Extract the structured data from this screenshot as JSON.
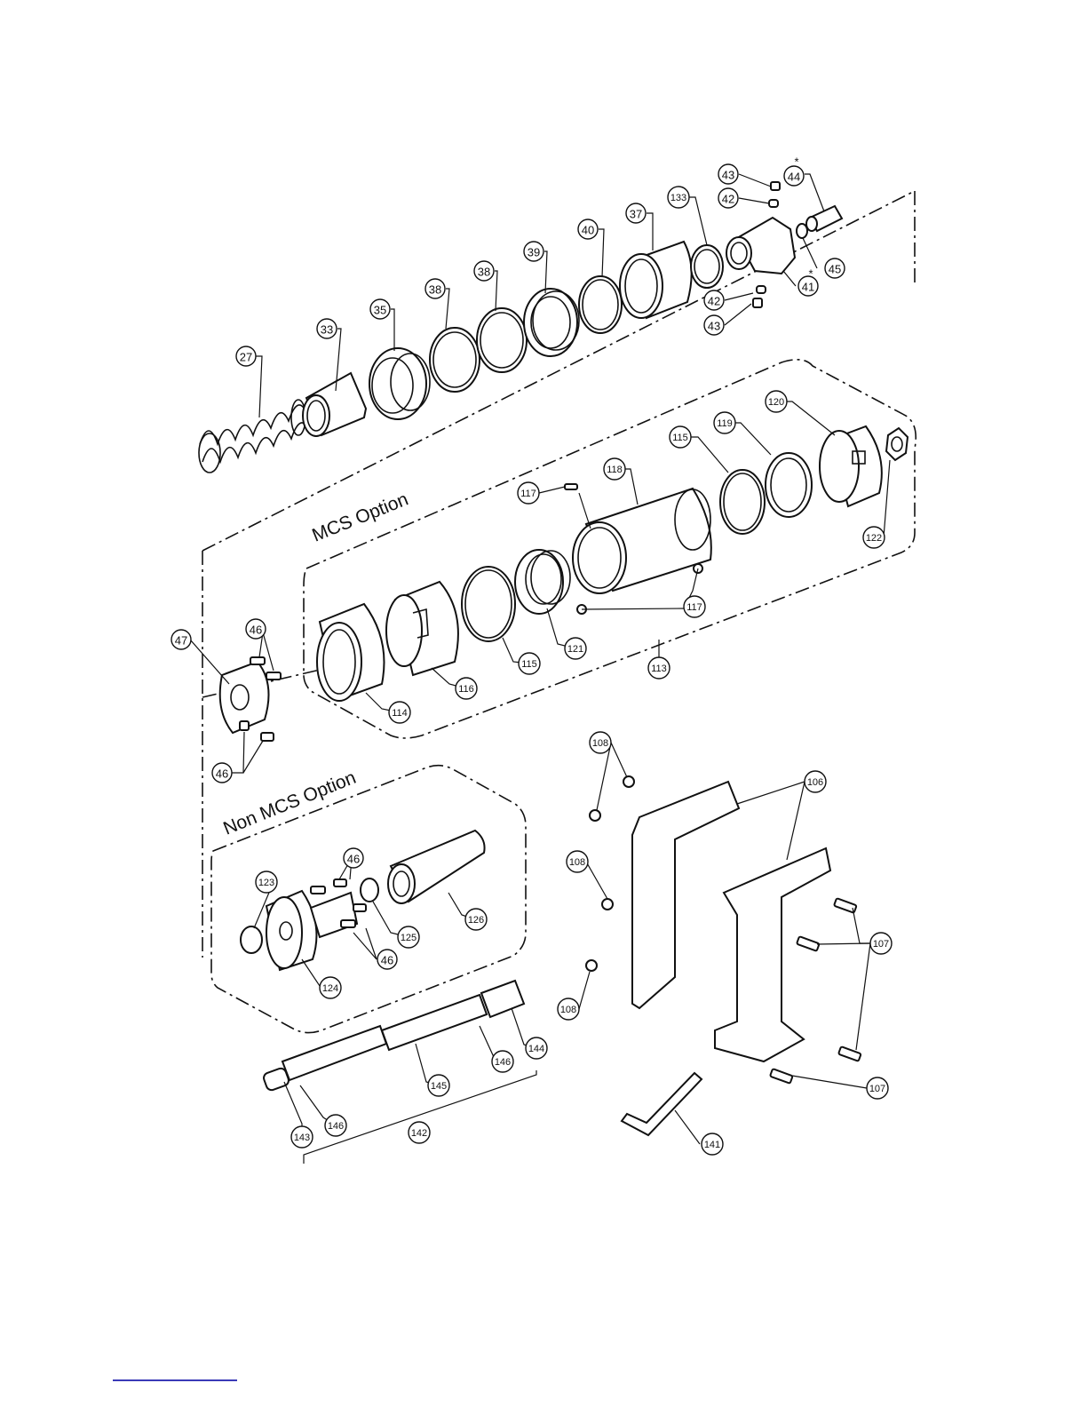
{
  "callouts": [
    {
      "id": "c27",
      "text": "27"
    },
    {
      "id": "c33",
      "text": "33"
    },
    {
      "id": "c35",
      "text": "35"
    },
    {
      "id": "c38a",
      "text": "38"
    },
    {
      "id": "c38b",
      "text": "38"
    },
    {
      "id": "c39",
      "text": "39"
    },
    {
      "id": "c40",
      "text": "40"
    },
    {
      "id": "c37",
      "text": "37"
    },
    {
      "id": "c133",
      "text": "133"
    },
    {
      "id": "c43a",
      "text": "43"
    },
    {
      "id": "c42a",
      "text": "42"
    },
    {
      "id": "c44",
      "text": "44"
    },
    {
      "id": "c45",
      "text": "45"
    },
    {
      "id": "c41",
      "text": "41"
    },
    {
      "id": "c42b",
      "text": "42"
    },
    {
      "id": "c43b",
      "text": "43"
    },
    {
      "id": "c120",
      "text": "120"
    },
    {
      "id": "c119",
      "text": "119"
    },
    {
      "id": "c115a",
      "text": "115"
    },
    {
      "id": "c118",
      "text": "118"
    },
    {
      "id": "c117a",
      "text": "117"
    },
    {
      "id": "c122",
      "text": "122"
    },
    {
      "id": "c117b",
      "text": "117"
    },
    {
      "id": "c121",
      "text": "121"
    },
    {
      "id": "c115b",
      "text": "115"
    },
    {
      "id": "c116",
      "text": "116"
    },
    {
      "id": "c114",
      "text": "114"
    },
    {
      "id": "c113",
      "text": "113"
    },
    {
      "id": "c47",
      "text": "47"
    },
    {
      "id": "c46a",
      "text": "46"
    },
    {
      "id": "c46b",
      "text": "46"
    },
    {
      "id": "c108a",
      "text": "108"
    },
    {
      "id": "c106",
      "text": "106"
    },
    {
      "id": "c108b",
      "text": "108"
    },
    {
      "id": "c107a",
      "text": "107"
    },
    {
      "id": "c108c",
      "text": "108"
    },
    {
      "id": "c107b",
      "text": "107"
    },
    {
      "id": "c141",
      "text": "141"
    },
    {
      "id": "c46c",
      "text": "46"
    },
    {
      "id": "c123",
      "text": "123"
    },
    {
      "id": "c125",
      "text": "125"
    },
    {
      "id": "c126",
      "text": "126"
    },
    {
      "id": "c46d",
      "text": "46"
    },
    {
      "id": "c124",
      "text": "124"
    },
    {
      "id": "c144",
      "text": "144"
    },
    {
      "id": "c146a",
      "text": "146"
    },
    {
      "id": "c145",
      "text": "145"
    },
    {
      "id": "c143",
      "text": "143"
    },
    {
      "id": "c146b",
      "text": "146"
    },
    {
      "id": "c142",
      "text": "142"
    }
  ],
  "option_labels": {
    "mcs": "MCS Option",
    "non_mcs": "Non MCS Option"
  },
  "markers": {
    "asterisk": "*"
  }
}
